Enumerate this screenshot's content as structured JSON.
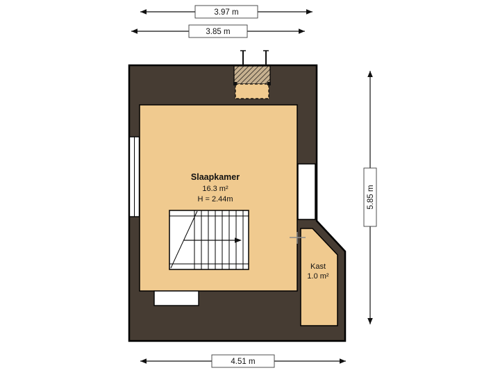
{
  "colors": {
    "wall": "#463C33",
    "floor": "#F0CA8F",
    "hatch_bg": "#C7B190",
    "background": "#FFFFFF"
  },
  "dimensions": {
    "top_outer": "3.97 m",
    "top_inner": "3.85 m",
    "right": "5.85 m",
    "bottom": "4.51 m"
  },
  "rooms": {
    "bedroom": {
      "name": "Slaapkamer",
      "area": "16.3 m²",
      "ceiling_height": "H = 2.44m"
    },
    "closet": {
      "name": "Kast",
      "area": "1.0 m²"
    }
  }
}
